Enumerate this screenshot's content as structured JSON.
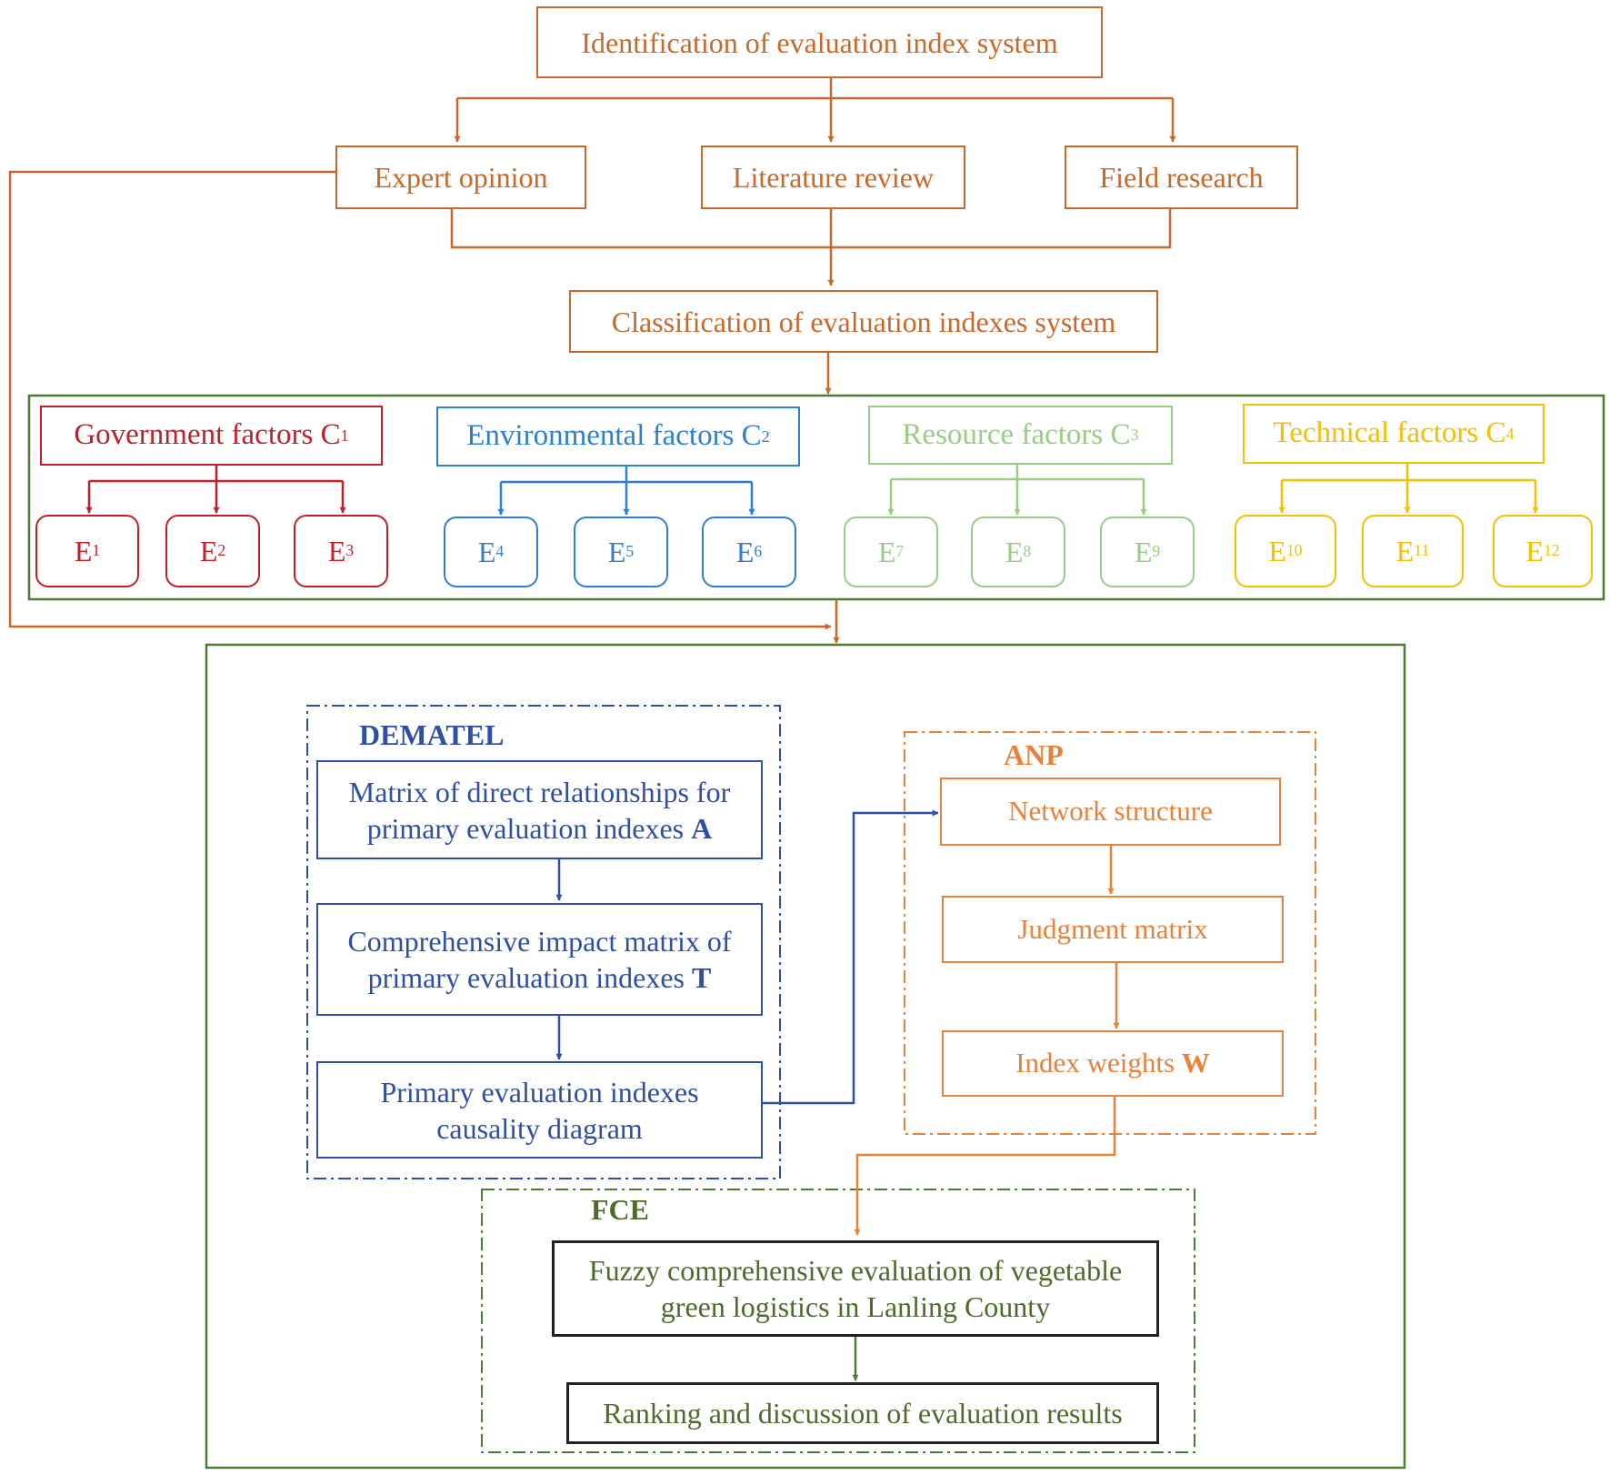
{
  "colors": {
    "orange": "#C8692B",
    "green_frame": "#4E7A32",
    "government": "#C0202A",
    "environmental": "#2F7FD0",
    "resource": "#9ACD84",
    "technical": "#F5C000",
    "dematel": "#2E4FA3",
    "anp": "#E8823A",
    "fce": "#4E6B2B"
  },
  "top": {
    "identification": "Identification of evaluation index system",
    "expert": "Expert opinion",
    "literature": "Literature review",
    "field": "Field research",
    "classification": "Classification of evaluation indexes system"
  },
  "categories": [
    {
      "label": "Government factors C",
      "sub": "1",
      "items": [
        [
          "E",
          "1"
        ],
        [
          "E",
          "2"
        ],
        [
          "E",
          "3"
        ]
      ]
    },
    {
      "label": "Environmental factors C",
      "sub": "2",
      "items": [
        [
          "E",
          "4"
        ],
        [
          "E",
          "5"
        ],
        [
          "E",
          "6"
        ]
      ]
    },
    {
      "label": "Resource factors C",
      "sub": "3",
      "items": [
        [
          "E",
          "7"
        ],
        [
          "E",
          "8"
        ],
        [
          "E",
          "9"
        ]
      ]
    },
    {
      "label": "Technical factors C",
      "sub": "4",
      "items": [
        [
          "E",
          "10"
        ],
        [
          "E",
          "11"
        ],
        [
          "E",
          "12"
        ]
      ]
    }
  ],
  "dematel": {
    "title": "DEMATEL",
    "box1_line1": "Matrix of direct relationships for",
    "box1_line2": "primary evaluation indexes",
    "box1_symbol": "A",
    "box2_line1": "Comprehensive impact matrix of",
    "box2_line2": "primary evaluation indexes",
    "box2_symbol": "T",
    "box3_line1": "Primary evaluation indexes",
    "box3_line2": "causality diagram"
  },
  "anp": {
    "title": "ANP",
    "box1": "Network structure",
    "box2": "Judgment matrix",
    "box3_text": "Index weights",
    "box3_symbol": "W"
  },
  "fce": {
    "title": "FCE",
    "box1_line1": "Fuzzy comprehensive evaluation of vegetable",
    "box1_line2": "green logistics in Lanling County",
    "box2": "Ranking and discussion of evaluation results"
  }
}
